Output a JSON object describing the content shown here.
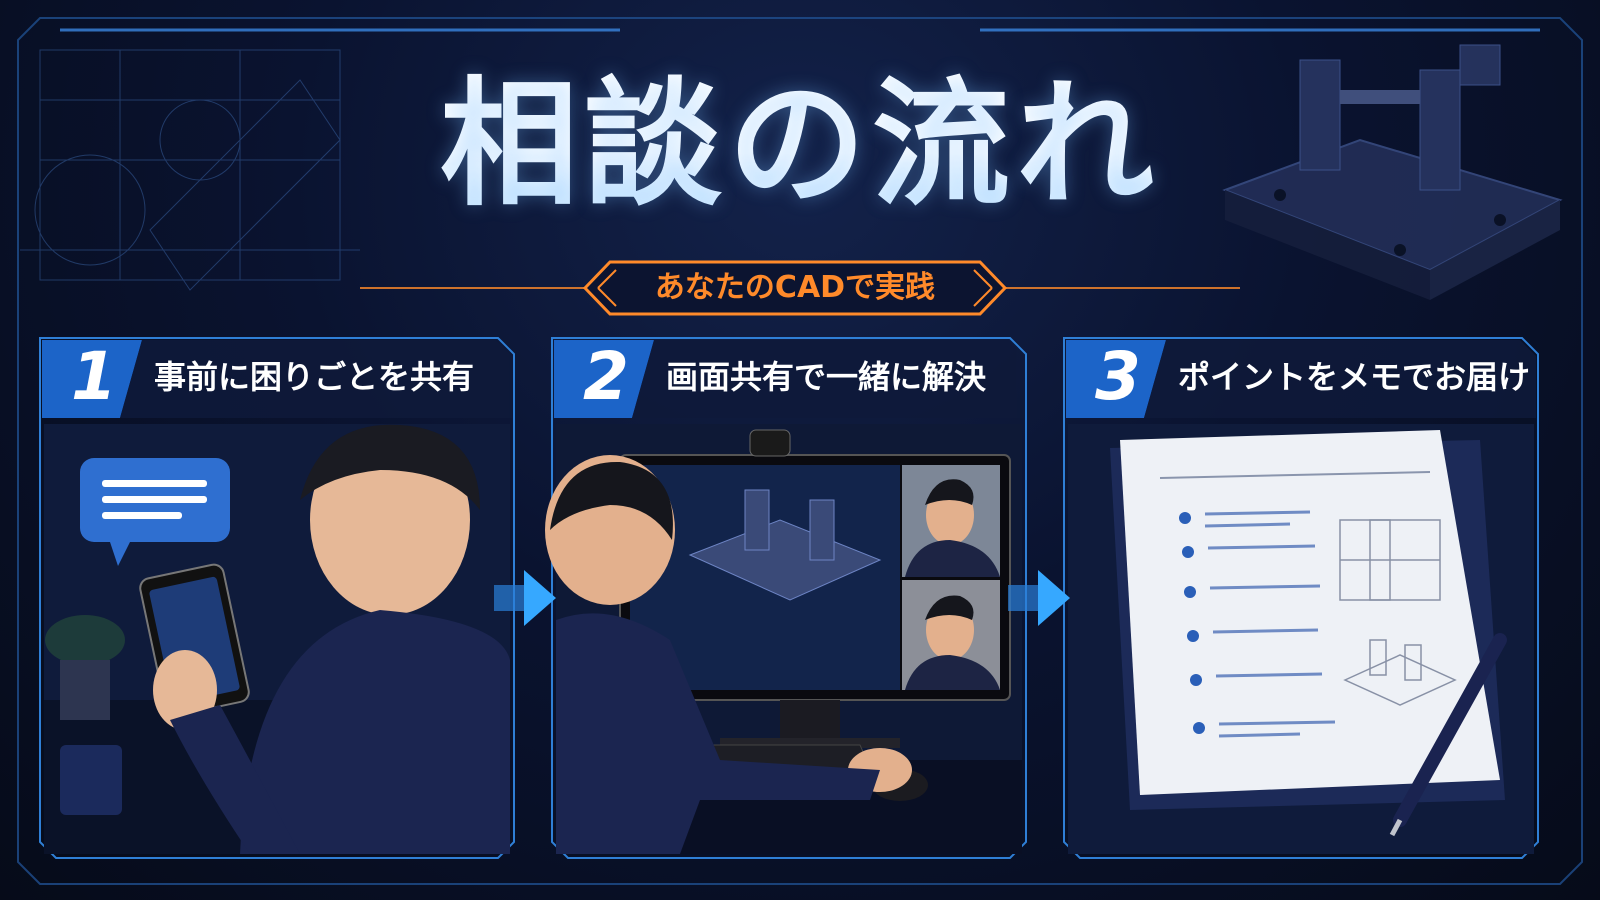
{
  "title": "相談の流れ",
  "subtitle": "あなたのCADで実践",
  "colors": {
    "background": "#070d1c",
    "accent_blue": "#2d8fe8",
    "accent_orange": "#ff8a2a",
    "panel_border": "#2f7fd6"
  },
  "steps": [
    {
      "number": "1",
      "label": "事前に困りごとを共有",
      "icon": "phone-chat-illustration"
    },
    {
      "number": "2",
      "label": "画面共有で一緒に解決",
      "icon": "screen-share-illustration"
    },
    {
      "number": "3",
      "label": "ポイントをメモでお届け",
      "icon": "memo-document-illustration"
    }
  ]
}
